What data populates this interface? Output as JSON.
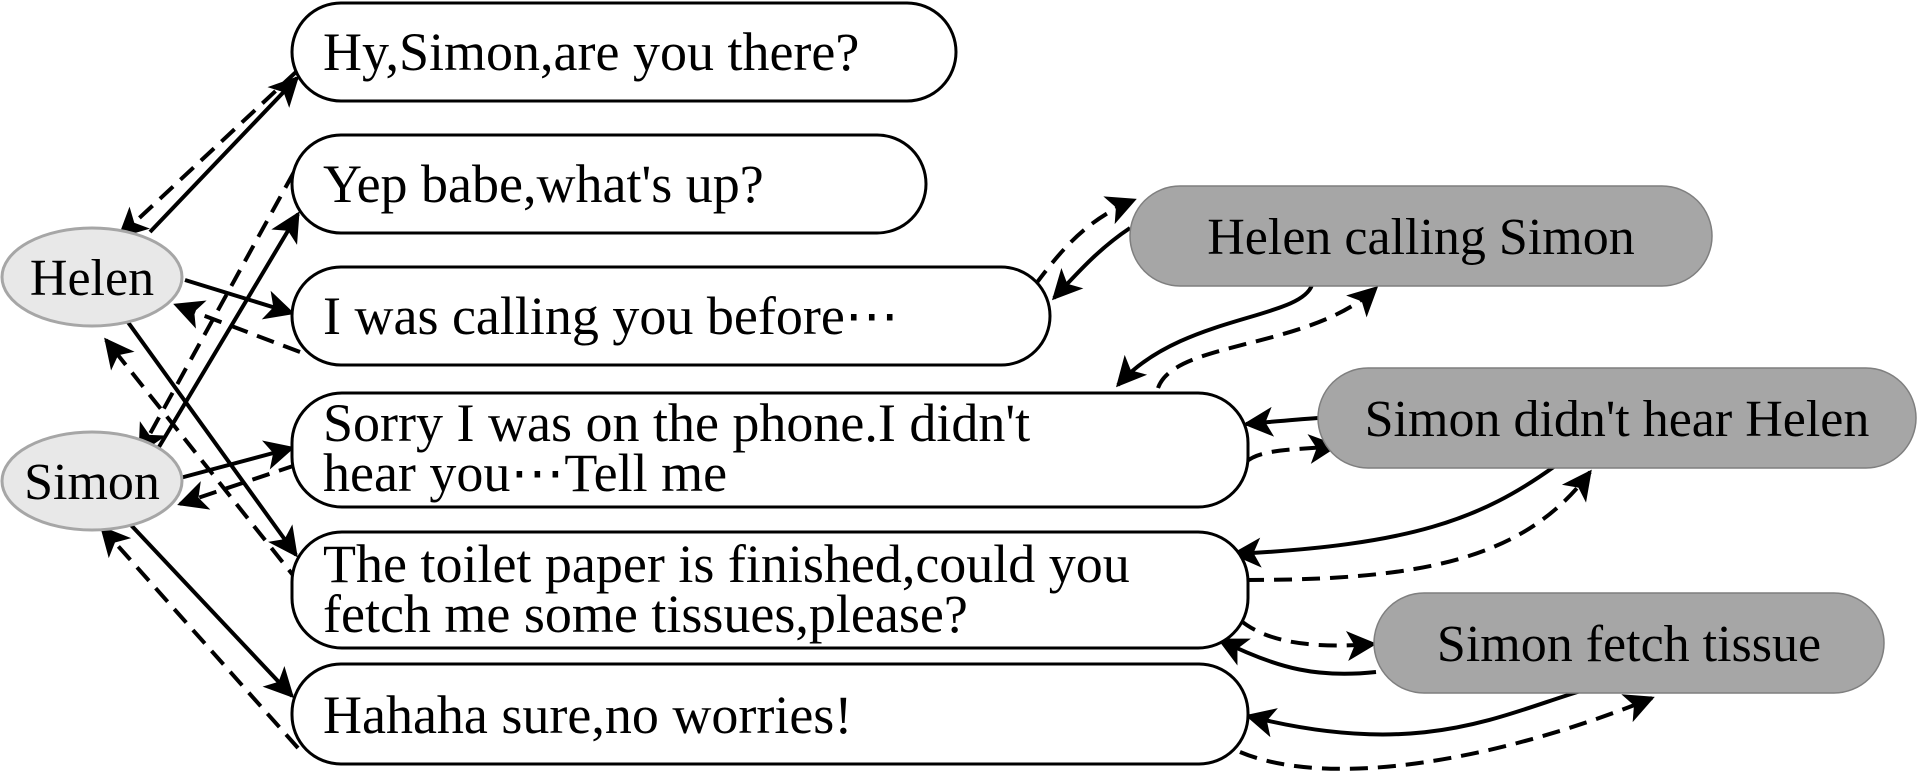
{
  "speakers": {
    "helen": "Helen",
    "simon": "Simon"
  },
  "messages": [
    {
      "lines": [
        "Hy,Simon,are you there?"
      ]
    },
    {
      "lines": [
        "Yep babe,what's up?"
      ]
    },
    {
      "lines": [
        "I was calling you before⋯"
      ]
    },
    {
      "lines": [
        "Sorry I was on the phone.I didn't",
        "hear you⋯Tell me"
      ]
    },
    {
      "lines": [
        "The toilet paper is finished,could you",
        "fetch me some tissues,please?"
      ]
    },
    {
      "lines": [
        "Hahaha sure,no worries!"
      ]
    }
  ],
  "events": [
    {
      "label": "Helen calling Simon"
    },
    {
      "label": "Simon didn't hear Helen"
    },
    {
      "label": "Simon fetch tissue"
    }
  ],
  "colors": {
    "event_fill": "#a6a6a6",
    "speaker_fill": "#e8e8e8",
    "line": "#000000"
  }
}
